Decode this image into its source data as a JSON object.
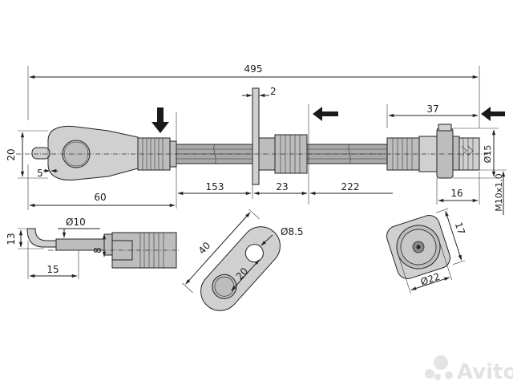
{
  "dimensions": {
    "total_length": "495",
    "bracket_thickness": "2",
    "end_fitting_length": "37",
    "eye_height": "20",
    "eye_offset": "5",
    "eye_to_arrow": "60",
    "left_hose_segment": "153",
    "bracket_fitting": "23",
    "right_hose_segment": "222",
    "nut_width": "16",
    "thread_diameter": "Ø15",
    "thread_spec": "M10x1.0",
    "bend_height": "13",
    "bend_length": "15",
    "tube_diameter": "Ø10",
    "tube_height": "8",
    "hole_diameter": "Ø8.5",
    "bracket_length": "40",
    "hole_spacing": "20",
    "nut_flat": "17",
    "nut_diameter": "Ø22"
  },
  "watermark": "Avito",
  "icons": [
    "arrow-down-icon",
    "arrow-left-icon",
    "avito-logo-icon"
  ]
}
